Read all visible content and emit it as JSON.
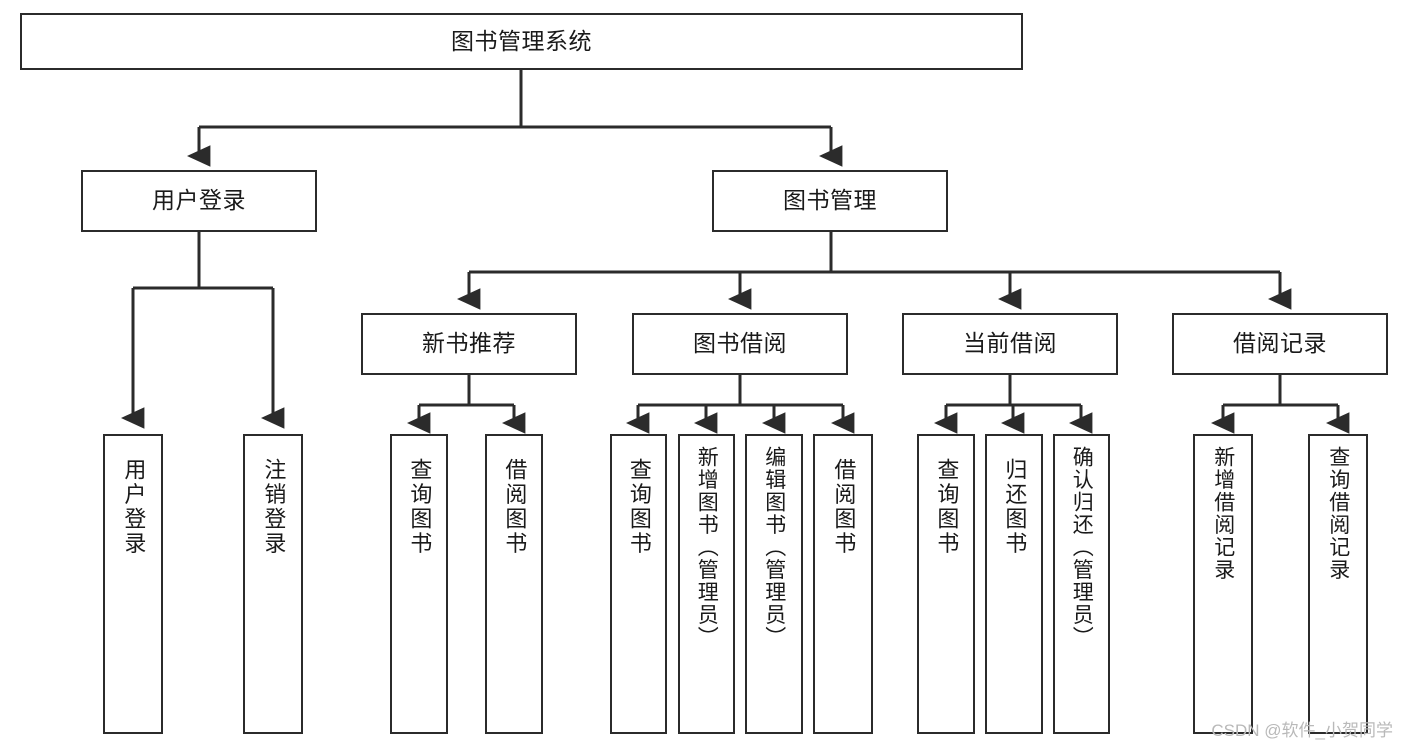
{
  "diagram": {
    "title": "图书管理系统",
    "type": "tree",
    "root": {
      "label": "图书管理系统"
    },
    "level2": [
      {
        "label": "用户登录"
      },
      {
        "label": "图书管理"
      }
    ],
    "level3": [
      {
        "label": "新书推荐"
      },
      {
        "label": "图书借阅"
      },
      {
        "label": "当前借阅"
      },
      {
        "label": "借阅记录"
      }
    ],
    "leaves": [
      {
        "label": "用户登录",
        "parent": "用户登录"
      },
      {
        "label": "注销登录",
        "parent": "用户登录"
      },
      {
        "label": "查询图书",
        "parent": "新书推荐"
      },
      {
        "label": "借阅图书",
        "parent": "新书推荐"
      },
      {
        "label": "查询图书",
        "parent": "图书借阅"
      },
      {
        "label": "新增图书（管理员）",
        "parent": "图书借阅"
      },
      {
        "label": "编辑图书（管理员）",
        "parent": "图书借阅"
      },
      {
        "label": "借阅图书",
        "parent": "图书借阅"
      },
      {
        "label": "查询图书",
        "parent": "当前借阅"
      },
      {
        "label": "归还图书",
        "parent": "当前借阅"
      },
      {
        "label": "确认归还（管理员）",
        "parent": "当前借阅"
      },
      {
        "label": "新增借阅记录",
        "parent": "借阅记录"
      },
      {
        "label": "查询借阅记录",
        "parent": "借阅记录"
      }
    ],
    "colors": {
      "stroke": "#2b2b2b",
      "fill": "#ffffff",
      "text": "#1a1a1a",
      "watermark": "#b9b9b9"
    }
  },
  "watermark": {
    "text": "CSDN @软件_小贺同学"
  }
}
